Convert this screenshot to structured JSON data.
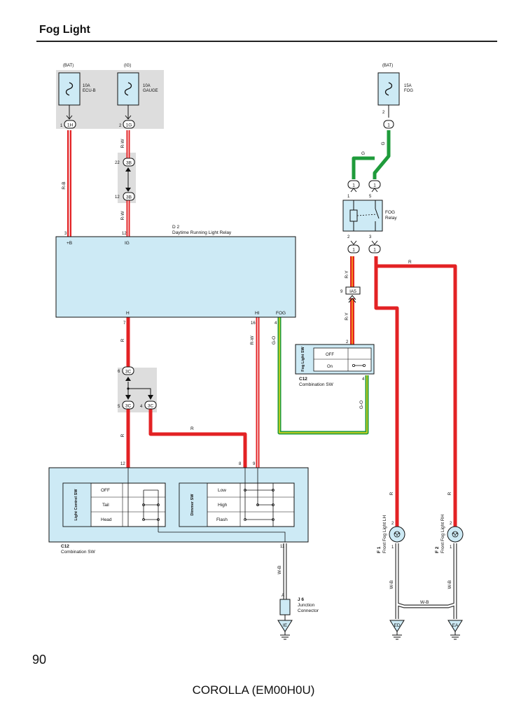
{
  "page": {
    "title": "Fog Light",
    "page_number": "90",
    "footer": "COROLLA (EM00H0U)"
  },
  "fuses": [
    {
      "source": "(BAT)",
      "rating": "10A",
      "name": "ECU-B",
      "pin": "1",
      "conn": "1H"
    },
    {
      "source": "(IG)",
      "rating": "10A",
      "name": "GAUGE",
      "pin": "2",
      "conn": "1G"
    },
    {
      "source": "(BAT)",
      "rating": "15A",
      "name": "FOG",
      "pin": "2",
      "conn": "1"
    }
  ],
  "connectors": {
    "c3b_top": "3B",
    "c3b_top_pin": "22",
    "c3b_bot": "3B",
    "c3b_bot_pin": "12",
    "c3c_top": "3C",
    "c3c_top_pin": "6",
    "c3c_left": "3C",
    "c3c_left_pin": "5",
    "c3c_right": "3C",
    "c3c_right_pin": "4",
    "ia5": "IA5",
    "ia5_pin": "9",
    "relay_in_l": "1",
    "relay_in_r": "1",
    "relay_out_l": "1",
    "relay_out_r": "1"
  },
  "wires": {
    "rb": "R-B",
    "rw_top": "R-W",
    "rw_mid": "R-W",
    "g_top": "G",
    "g_side": "G",
    "r_relay": "R",
    "ry_top": "R-Y",
    "ry_bot": "R-Y",
    "r_h": "R",
    "r_hr": "R",
    "r_sw": "R",
    "rw_hi": "R-W",
    "go_fog": "G-O",
    "go_sw": "G-O",
    "wb_c12": "W-B",
    "wb_f1": "W-B",
    "wb_f2": "W-B",
    "wb_link": "W-B",
    "r_f1": "R",
    "r_f2": "R"
  },
  "d2": {
    "id": "D 2",
    "name": "Daytime Running Light Relay",
    "pin_b": "3",
    "lbl_b": "+B",
    "pin_ig": "12",
    "lbl_ig": "IG",
    "pin_h": "7",
    "lbl_h": "H",
    "pin_hi": "16",
    "lbl_hi": "HI",
    "pin_fog": "4",
    "lbl_fog": "FOG"
  },
  "fog_relay": {
    "name": "FOG",
    "sub": "Relay",
    "pin1": "1",
    "pin5": "5",
    "pin2": "2",
    "pin3": "3"
  },
  "fog_sw": {
    "id": "C12",
    "name": "Combination SW",
    "label": "Fog Light SW",
    "off": "OFF",
    "on": "On",
    "pin_top": "2",
    "pin_right": "4"
  },
  "c12": {
    "id": "C12",
    "name": "Combination SW",
    "pin12": "12",
    "pin8": "8",
    "pin9": "9",
    "pin11": "11",
    "light_label": "Light Control SW",
    "light_pos": [
      "OFF",
      "Tail",
      "Head"
    ],
    "dimmer_label": "Dimmer SW",
    "dimmer_pos": [
      "Low",
      "High",
      "Flash"
    ]
  },
  "j6": {
    "id": "J 6",
    "name": "Junction",
    "name2": "Connector",
    "pin": "A"
  },
  "grounds": [
    "IE",
    "ED",
    "EA"
  ],
  "lamps": [
    {
      "id": "F 1",
      "name": "Front Fog Light LH",
      "pin": "2",
      "pin2": "1"
    },
    {
      "id": "F 2",
      "name": "Front Fog Light RH",
      "pin": "2",
      "pin2": "1"
    }
  ],
  "colors": {
    "red": "#e32224",
    "green": "#1f9b3b",
    "white": "#ffffff",
    "orange": "#f08a1e",
    "yellow": "#e7d719",
    "box": "#cdeaf5",
    "grey": "#dddddd"
  }
}
